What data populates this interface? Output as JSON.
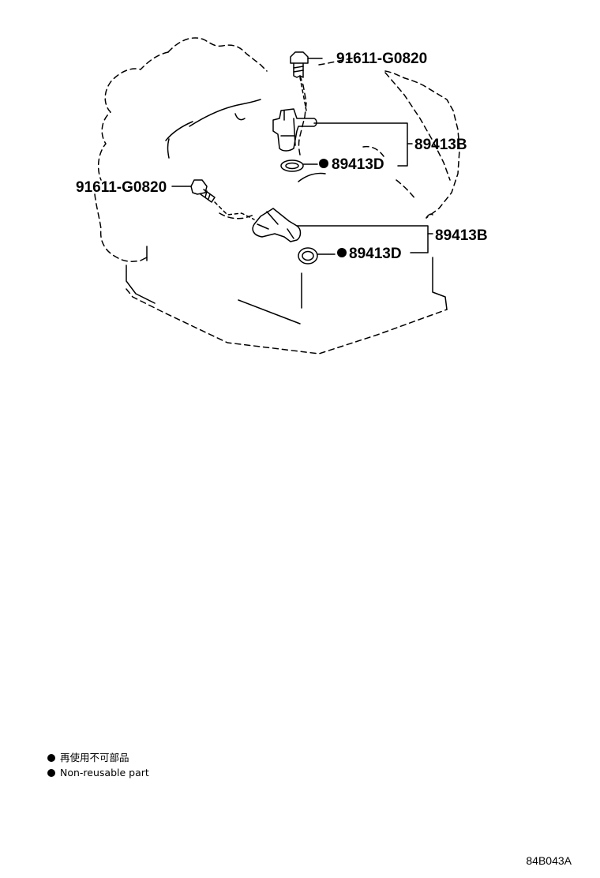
{
  "callouts": {
    "bolt_upper": "91611-G0820",
    "bolt_left": "91611-G0820",
    "sensor_upper": "89413B",
    "gasket_upper": "89413D",
    "sensor_lower": "89413B",
    "gasket_lower": "89413D"
  },
  "legend": {
    "items": [
      {
        "text": "再使用不可部品"
      },
      {
        "text": "Non-reusable part"
      }
    ]
  },
  "figure_code": "84B043A"
}
